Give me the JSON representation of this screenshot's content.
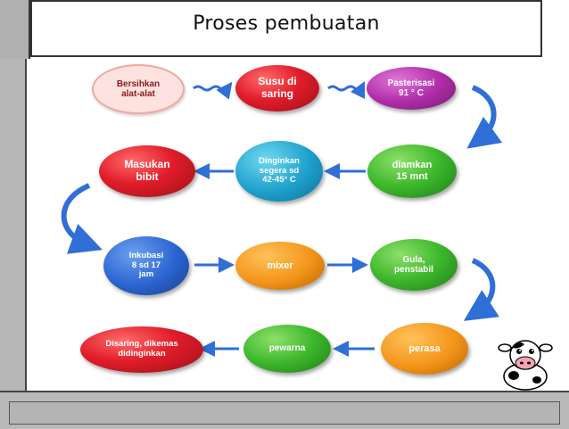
{
  "header": {
    "title": "Proses pembuatan"
  },
  "nodes": {
    "n1": "Bersihkan\nalat-alat",
    "n2": "Susu di\nsaring",
    "n3": "Pasterisasi\n91 ° C",
    "n4": "diamkan\n15 mnt",
    "n5": "Dinginkan\nsegera sd\n42-45° C",
    "n6": "Masukan\nbibit",
    "n7": "Inkubasi\n8 sd 17\njam",
    "n8": "mixer",
    "n9": "Gula,\npenstabil",
    "n10": "perasa",
    "n11": "pewarna",
    "n12": "Disaring, dikemas\ndidinginkan"
  },
  "icons": {
    "mascot": "cow-icon"
  },
  "colors": {
    "red": "#e11d2a",
    "green": "#3cb72b",
    "magenta": "#b12eaa",
    "teal": "#1d9fcc",
    "blue": "#2a63cf",
    "orange": "#f39419",
    "arrow": "#2f6fd6"
  }
}
